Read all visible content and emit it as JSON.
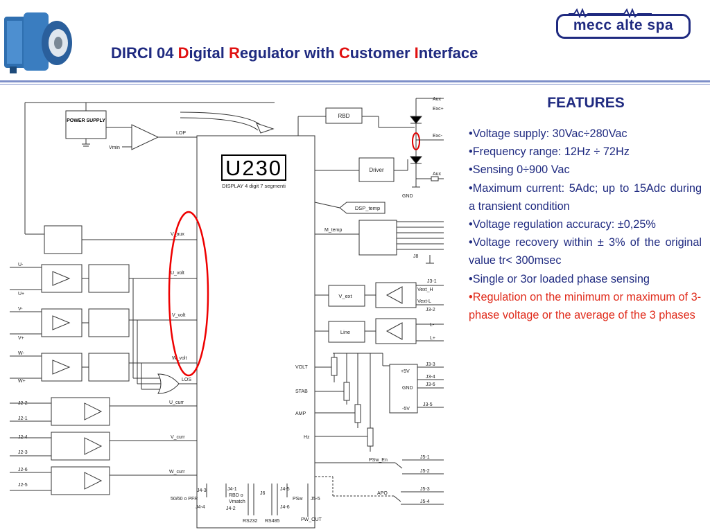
{
  "header": {
    "title_parts": [
      {
        "text": "DIRCI 04  ",
        "hl": false
      },
      {
        "text": "D",
        "hl": true
      },
      {
        "text": "igital ",
        "hl": false
      },
      {
        "text": "R",
        "hl": true
      },
      {
        "text": "egulator with ",
        "hl": false
      },
      {
        "text": "C",
        "hl": true
      },
      {
        "text": "ustomer ",
        "hl": false
      },
      {
        "text": "I",
        "hl": true
      },
      {
        "text": "nterface",
        "hl": false
      }
    ],
    "logo_text": "mecc alte spa"
  },
  "features": {
    "title": "FEATURES",
    "items": [
      {
        "text": "Voltage supply: 30Vac÷280Vac",
        "highlight": false
      },
      {
        "text": "Frequency range: 12Hz ÷ 72Hz",
        "highlight": false
      },
      {
        "text": "Sensing 0÷900 Vac",
        "highlight": false
      },
      {
        "text": "Maximum current: 5Adc; up to 15Adc during a transient condition",
        "highlight": false
      },
      {
        "text": "Voltage regulation accuracy: ±0,25%",
        "highlight": false
      },
      {
        "text": "Voltage recovery within ± 3% of the original value tr< 300msec",
        "highlight": false
      },
      {
        "text": "Single or 3or loaded phase sensing",
        "highlight": false
      },
      {
        "text": "Regulation on the minimum or maximum of 3-phase voltage or the average of the 3 phases",
        "highlight": true
      }
    ]
  },
  "diagram": {
    "display_digits": "U230",
    "display_caption": "DISPLAY 4 digit 7 segmenti",
    "blocks": {
      "power_supply": "POWER SUPPLY",
      "rbd": "RBD",
      "driver": "Driver",
      "dsp_temp": "DSP_temp",
      "v_ext": "V_ext",
      "line": "Line"
    },
    "internal_labels": {
      "lop": "LOP",
      "vmin": "Vmin",
      "v_aux": "V_aux",
      "u_volt": "U_volt",
      "v_volt": "V_volt",
      "w_volt": "W_volt",
      "los": "LOS",
      "u_curr": "U_curr",
      "v_curr": "V_curr",
      "w_curr": "W_curr",
      "m_temp": "M_temp",
      "volt": "VOLT",
      "stab": "STAB",
      "amp": "AMP",
      "hz": "Hz",
      "psw_en": "PSw_En",
      "apo": "APO"
    },
    "terminal_labels": {
      "aux_top": "Aux",
      "exc_plus": "Exc+",
      "exc_minus": "Exc-",
      "aux_bottom": "Aux",
      "gnd": "GND",
      "j8": "J8",
      "j3_1": "J3-1",
      "vext_h": "Vext_H",
      "vext_l": "Vext-L",
      "j3_2": "J3-2",
      "l_minus": "L-",
      "l_plus": "L+",
      "j3_3": "J3-3",
      "plus5v": "+5V",
      "j3_4": "J3-4",
      "gnd2": "GND",
      "j3_6": "J3-6",
      "minus5v": "-5V",
      "j3_5": "J3-5",
      "j5_1": "J5-1",
      "j5_2": "J5-2",
      "j5_3": "J5-3",
      "j5_4": "J5-4",
      "u_minus": "U-",
      "u_plus": "U+",
      "v_minus": "V-",
      "v_plus": "V+",
      "w_minus": "W-",
      "w_plus": "W+",
      "j2_2": "J2-2",
      "j2_1": "J2-1",
      "j2_4": "J2-4",
      "j2_3": "J2-3",
      "j2_6": "J2-6",
      "j2_5": "J2-5"
    },
    "bottom_labels": {
      "j4_3": "J4-3",
      "pfr": "50/60 o PFR",
      "j4_4": "J4-4",
      "j4_1": "J4-1",
      "rbd_o": "RBD o",
      "vmatch": "Vmatch",
      "j4_2": "J4-2",
      "j6": "J6",
      "j4_5": "J4-5",
      "psw": "PSw",
      "j4_6": "J4-6",
      "j5_5": "J5-5",
      "rs232": "RS232",
      "rs485": "RS485",
      "pw_out": "PW_OUT"
    }
  }
}
